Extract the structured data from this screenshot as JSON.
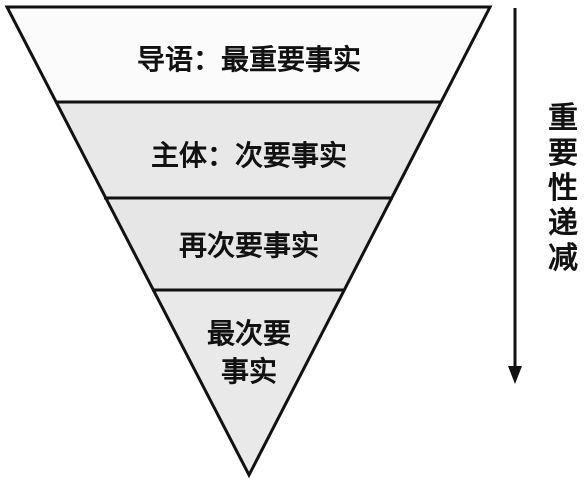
{
  "pyramid": {
    "levels": [
      {
        "label": "导语：最重要事实"
      },
      {
        "label": "主体：次要事实"
      },
      {
        "label": "再次要事实"
      },
      {
        "label_line1": "最次要",
        "label_line2": "事实"
      }
    ]
  },
  "side_label": {
    "chars": [
      "重",
      "要",
      "性",
      "递",
      "减"
    ]
  },
  "colors": {
    "top_band": "#fbfbfb",
    "lower_bands": "#e8e8e8",
    "stroke": "#111111"
  }
}
